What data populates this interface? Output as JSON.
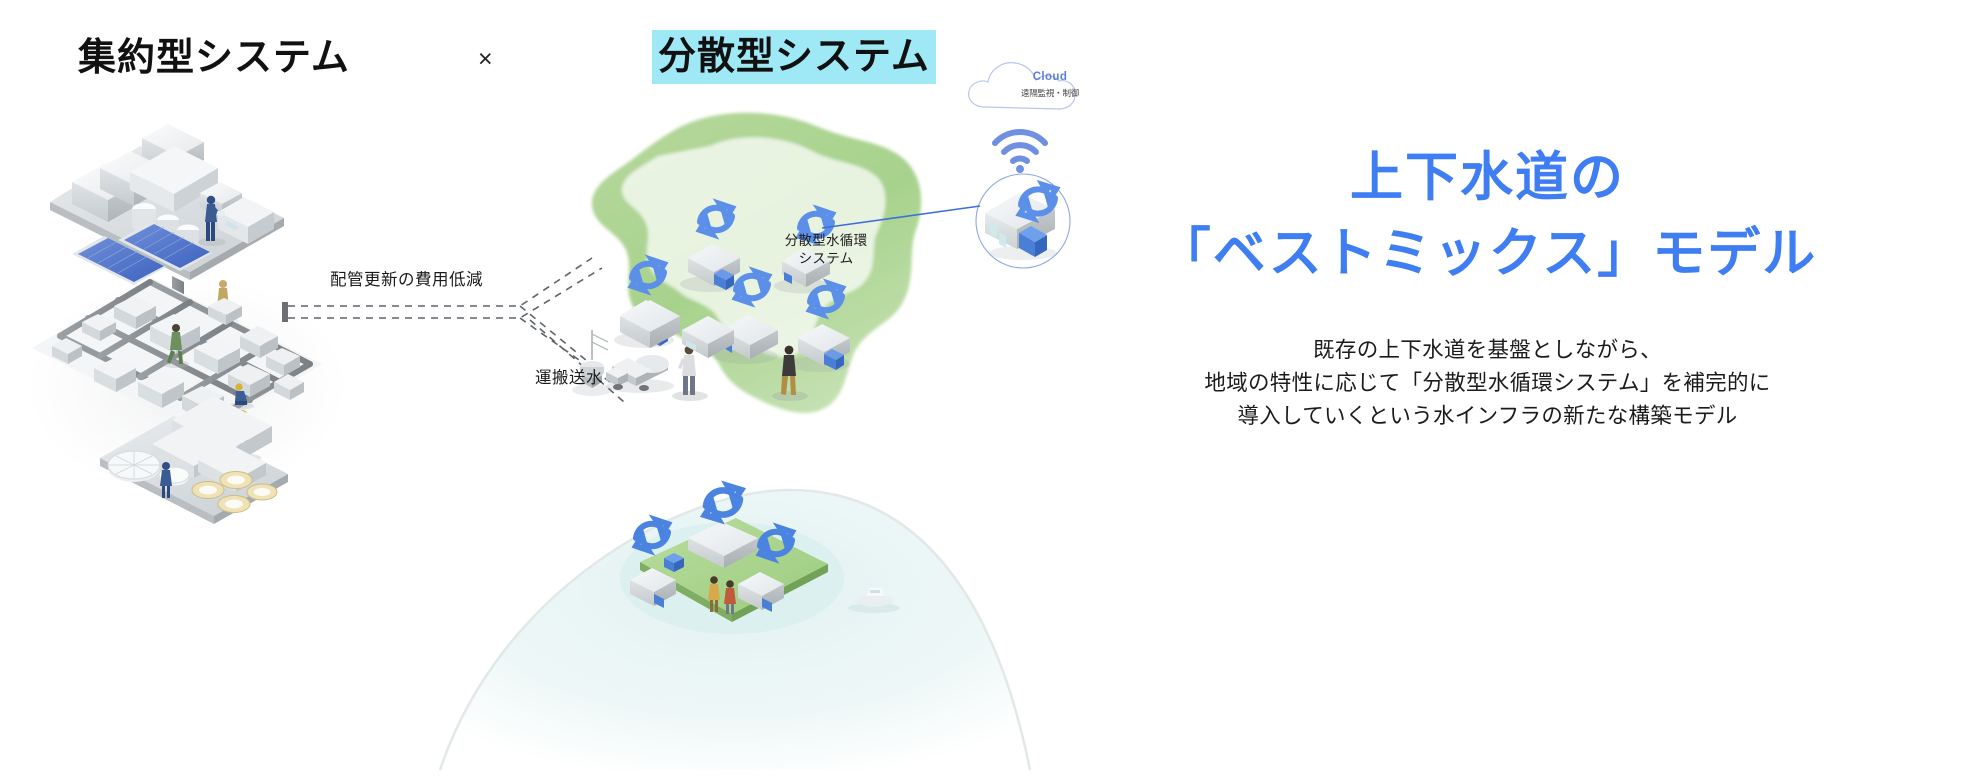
{
  "titles": {
    "left": "集約型システム",
    "operator": "×",
    "right": "分散型システム",
    "highlight_color": "#9FE8F6"
  },
  "right_panel": {
    "heading_line1": "上下水道の",
    "heading_line2": "「ベストミックス」モデル",
    "heading_color": "#3F7EF2",
    "body_line1": "既存の上下水道を基盤としながら、",
    "body_line2": "地域の特性に応じて「分散型水循環システム」を補完的に",
    "body_line3": "導入していくという水インフラの新たな構築モデル"
  },
  "annotations": {
    "pipe_cost": "配管更新の費用低減",
    "water_transport": "運搬送水"
  },
  "cloud": {
    "label": "Cloud",
    "sublabel": "遠隔監視・制御",
    "label_color": "#5B7FE0"
  },
  "node": {
    "label_line1": "分散型水循環",
    "label_line2": "システム"
  },
  "colors": {
    "accent_blue": "#3F7EF2",
    "cyan_highlight": "#9FE8F6",
    "terrain_green": "#A9D18E",
    "icon_blue": "#5B8FE8",
    "building_grey": "#D9DDE0",
    "pipe_grey": "#8A8F93",
    "sea_tint": "#DDEFF0",
    "text_dark": "#1b1b1b"
  },
  "illustrations": {
    "left": "centralized-isometric-city-with-treatment-plant",
    "center": "decentralized-terrain-map-with-recycle-houses",
    "bottom": "remote-island-with-decentralized-units",
    "right_node": "iot-connected-house-with-water-recycle"
  }
}
